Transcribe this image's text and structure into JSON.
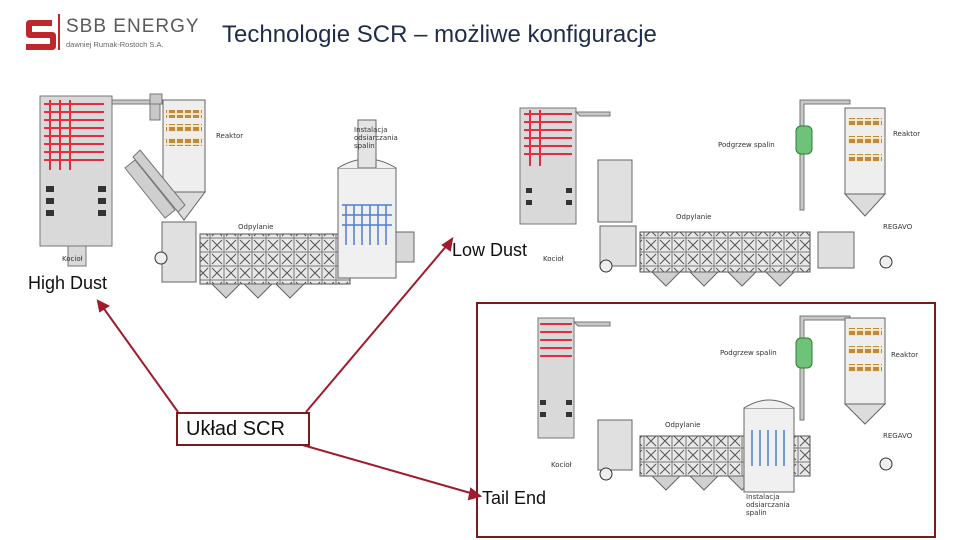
{
  "logo": {
    "brand": "SBB ENERGY",
    "subtitle": "dawniej Rumak-Rostoch S.A.",
    "brand_color": "#c0272d"
  },
  "title": "Technologie SCR – możliwe konfiguracje",
  "high_dust": {
    "label": "High Dust",
    "reaktor": "Reaktor",
    "instalacja": "Instalacja odsiarczania spalin",
    "odpylanie": "Odpylanie",
    "kociol": "Kocioł"
  },
  "low_dust": {
    "label": "Low Dust",
    "podgrzew": "Podgrzew spalin",
    "reaktor": "Reaktor",
    "odpylanie": "Odpylanie",
    "regavo": "REGAVO",
    "kociol": "Kocioł"
  },
  "tail_end": {
    "label": "Tail End",
    "podgrzew": "Podgrzew spalin",
    "reaktor": "Reaktor",
    "odpylanie": "Odpylanie",
    "regavo": "REGAVO",
    "kociol": "Kocioł",
    "instalacja": "Instalacja odsiarczania spalin"
  },
  "center_box": "Układ SCR",
  "colors": {
    "frame": "#7a1c1c",
    "boiler_coil": "#e03040",
    "duct": "#b8b8b8",
    "catalyst": "#c08a3a",
    "spray": "#4a7fd0",
    "heater": "#6fc27a"
  }
}
